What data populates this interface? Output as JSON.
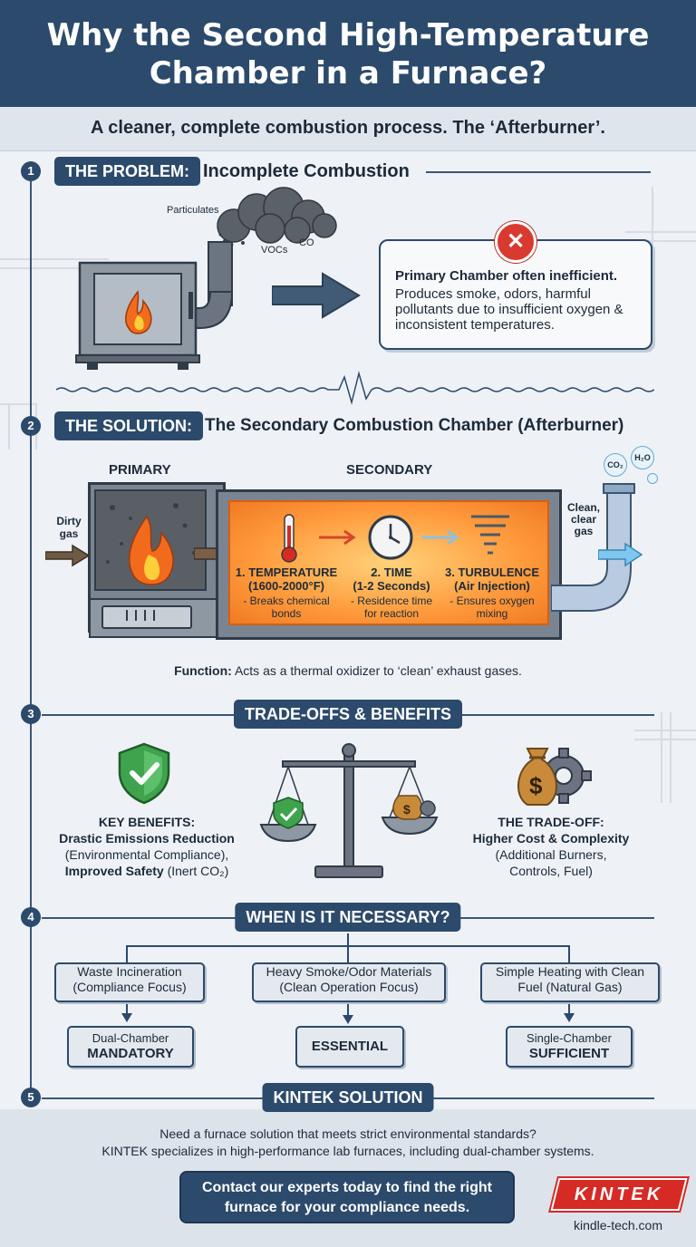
{
  "header": {
    "title_line1": "Why the Second High-Temperature",
    "title_line2": "Chamber in a Furnace?"
  },
  "subtitle": "A cleaner, complete combustion process. The ‘Afterburner’.",
  "section1": {
    "number": "1",
    "pill": "THE PROBLEM:",
    "title": "Incomplete Combustion",
    "smoke_labels": {
      "particulates": "Particulates",
      "vocs": "VOCs",
      "co": "CO"
    },
    "box_lead": "Primary Chamber often inefficient.",
    "box_text": "Produces smoke, odors, harmful pollutants due to insufficient oxygen & inconsistent temperatures."
  },
  "section2": {
    "number": "2",
    "pill": "THE SOLUTION:",
    "title": "The Secondary Combustion Chamber (Afterburner)",
    "primary_label": "PRIMARY",
    "secondary_label": "SECONDARY",
    "dirty_line1": "Dirty",
    "dirty_line2": "gas",
    "clean_line1": "Clean,",
    "clean_line2": "clear",
    "clean_line3": "gas",
    "co2": "CO₂",
    "h2o": "H₂O",
    "factors": [
      {
        "line1": "1. TEMPERATURE",
        "line2": "(1600-2000°F)",
        "line3": "- Breaks chemical",
        "line4": "bonds"
      },
      {
        "line1": "2. TIME",
        "line2": "(1-2 Seconds)",
        "line3": "- Residence time",
        "line4": "for reaction"
      },
      {
        "line1": "3. TURBULENCE",
        "line2": "(Air Injection)",
        "line3": "- Ensures oxygen",
        "line4": "mixing"
      }
    ],
    "function_label": "Function:",
    "function_text": " Acts as a thermal oxidizer to ‘clean’ exhaust gases."
  },
  "section3": {
    "number": "3",
    "pill": "TRADE-OFFS & BENEFITS",
    "benefits_title": "KEY BENEFITS:",
    "benefits_line1": "Drastic Emissions Reduction",
    "benefits_line2": "(Environmental Compliance),",
    "benefits_line3_bold": "Improved Safety",
    "benefits_line3_rest": " (Inert CO₂)",
    "tradeoff_title": "THE TRADE-OFF:",
    "tradeoff_line1": "Higher Cost & Complexity",
    "tradeoff_line2": "(Additional Burners,",
    "tradeoff_line3": "Controls, Fuel)"
  },
  "section4": {
    "number": "4",
    "pill": "WHEN IS IT NECESSARY?",
    "cases": [
      {
        "line1": "Waste Incineration",
        "line2": "(Compliance Focus)",
        "res_line1": "Dual-Chamber",
        "res_line2": "MANDATORY"
      },
      {
        "line1": "Heavy Smoke/Odor Materials",
        "line2": "(Clean Operation Focus)",
        "res_line1": "",
        "res_line2": "ESSENTIAL"
      },
      {
        "line1": "Simple Heating with Clean",
        "line2": "Fuel (Natural Gas)",
        "res_line1": "Single-Chamber",
        "res_line2": "SUFFICIENT"
      }
    ]
  },
  "section5": {
    "number": "5",
    "pill": "KINTEK SOLUTION",
    "text_line1": "Need a furnace solution that meets strict environmental standards?",
    "text_line2": "KINTEK specializes in high-performance lab furnaces, including dual-chamber systems.",
    "cta_line1": "Contact our experts today to find the right",
    "cta_line2": "furnace for your compliance needs.",
    "logo_text": "KINTEK",
    "url": "kindle-tech.com"
  },
  "colors": {
    "navy": "#2c4a6b",
    "fire": "#ff9a3c",
    "alert": "#d93a2f",
    "shield": "#3fa34d",
    "bag": "#c98a3a"
  }
}
